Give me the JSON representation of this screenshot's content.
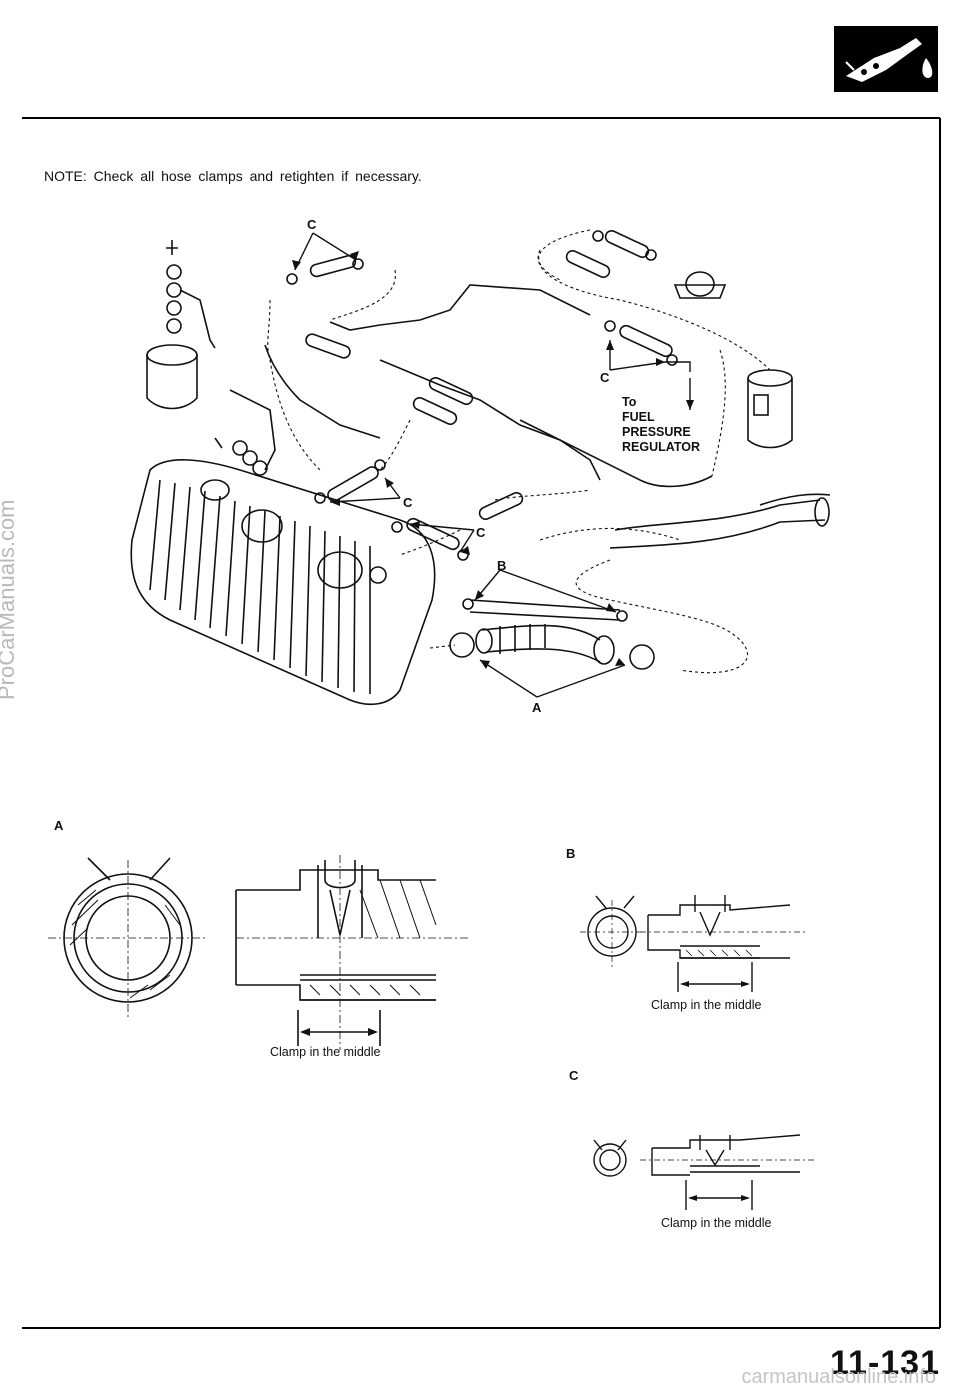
{
  "note": "NOTE:  Check all hose clamps and retighten if necessary.",
  "callouts": {
    "c": "C",
    "b": "B",
    "a": "A"
  },
  "regulator": {
    "line1": "To",
    "line2": "FUEL",
    "line3": "PRESSURE",
    "line4": "REGULATOR"
  },
  "details": {
    "a_label": "A",
    "b_label": "B",
    "c_label": "C",
    "a_caption": "Clamp in the middle",
    "b_caption": "Clamp in the middle",
    "c_caption": "Clamp in the middle"
  },
  "page_number": "11-131",
  "watermarks": {
    "left": "ProCarManuals.com",
    "bottom": "carmanualsonline.info"
  },
  "icons": {
    "logo": "fuel-nozzle-icon"
  }
}
